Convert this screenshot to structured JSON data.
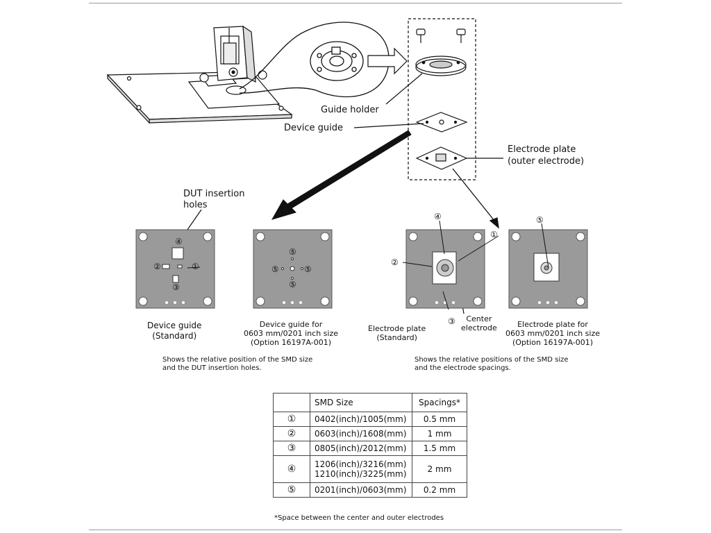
{
  "labels": {
    "guide_holder": "Guide holder",
    "device_guide": "Device guide",
    "electrode_plate_1": "Electrode plate",
    "electrode_plate_2": "(outer electrode)",
    "dut_holes_1": "DUT insertion",
    "dut_holes_2": "holes",
    "center_electrode_1": "Center",
    "center_electrode_2": "electrode"
  },
  "captions": {
    "dg_standard_1": "Device guide",
    "dg_standard_2": "(Standard)",
    "dg_0603_1": "Device guide for",
    "dg_0603_2": "0603 mm/0201 inch size",
    "dg_0603_3": "(Option 16197A-001)",
    "ep_standard_1": "Electrode plate",
    "ep_standard_2": "(Standard)",
    "ep_0603_1": "Electrode plate for",
    "ep_0603_2": "0603 mm/0201 inch size",
    "ep_0603_3": "(Option 16197A-001)"
  },
  "notes": {
    "left_1": "Shows the relative position of the SMD size",
    "left_2": "and the DUT insertion holes.",
    "right_1": "Shows the relative positions of the SMD size",
    "right_2": "and the electrode spacings."
  },
  "circled": {
    "one": "①",
    "two": "②",
    "three": "③",
    "four": "④",
    "five": "⑤"
  },
  "table": {
    "header_size": "SMD Size",
    "header_spacing": "Spacings*",
    "rows": [
      {
        "num": "①",
        "size": "0402(inch)/1005(mm)",
        "size2": "",
        "spacing": "0.5 mm"
      },
      {
        "num": "②",
        "size": "0603(inch)/1608(mm)",
        "size2": "",
        "spacing": "1 mm"
      },
      {
        "num": "③",
        "size": "0805(inch)/2012(mm)",
        "size2": "",
        "spacing": "1.5 mm"
      },
      {
        "num": "④",
        "size": "1206(inch)/3216(mm)",
        "size2": "1210(inch)/3225(mm)",
        "spacing": "2 mm"
      },
      {
        "num": "⑤",
        "size": "0201(inch)/0603(mm)",
        "size2": "",
        "spacing": "0.2 mm"
      }
    ],
    "footnote": "*Space between the center and outer electrodes"
  },
  "colors": {
    "plate_fill": "#9a9a9a",
    "line": "#111111",
    "rule": "#9a9a9a"
  }
}
